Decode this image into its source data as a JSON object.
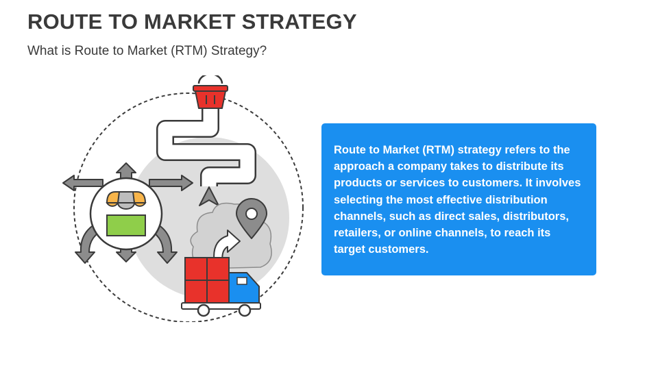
{
  "slide": {
    "title": "ROUTE TO MARKET STRATEGY",
    "subtitle": "What is Route to Market (RTM) Strategy?"
  },
  "description": {
    "text": "Route to Market (RTM) strategy refers to the approach a company takes to distribute its products or services to customers. It involves selecting the most effective distribution channels, such as direct sales, distributors, retailers, or online channels, to reach its target customers."
  },
  "colors": {
    "card_background": "#1a8ff0",
    "title_text": "#3a3a3a",
    "basket": "#e8322b",
    "boxes": "#e8322b",
    "truck": "#1a8ff0",
    "awning_orange": "#f8b54a",
    "shop_green": "#8fce4a",
    "circle_gray": "#dedede"
  },
  "icons": [
    "shopping-basket-icon",
    "route-path-icon",
    "navigation-arrow-icon",
    "shop-icon",
    "direction-arrows-icon",
    "location-pin-icon",
    "delivery-truck-icon",
    "cargo-boxes-icon"
  ]
}
